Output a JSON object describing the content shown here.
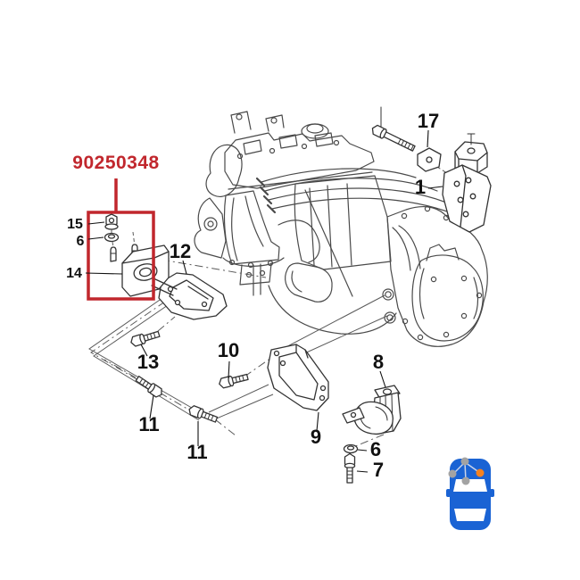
{
  "diagram": {
    "highlighted_part_number": "90250348",
    "callouts": {
      "n15": "15",
      "n6a": "6",
      "n14": "14",
      "n12": "12",
      "n13": "13",
      "n11a": "11",
      "n11b": "11",
      "n10": "10",
      "n9": "9",
      "n8": "8",
      "n6b": "6",
      "n7": "7",
      "n17": "17",
      "n1": "1"
    }
  },
  "colors": {
    "highlight": "#c1272d",
    "line_art": "#4a4a4a",
    "part_line": "#333333",
    "ghost_line": "#5a5a5a",
    "label_text": "#111111",
    "car_body": "#1a63d4",
    "car_window": "#ffffff",
    "dot_gray": "#a3a3a3",
    "dot_highlight": "#f58220"
  }
}
